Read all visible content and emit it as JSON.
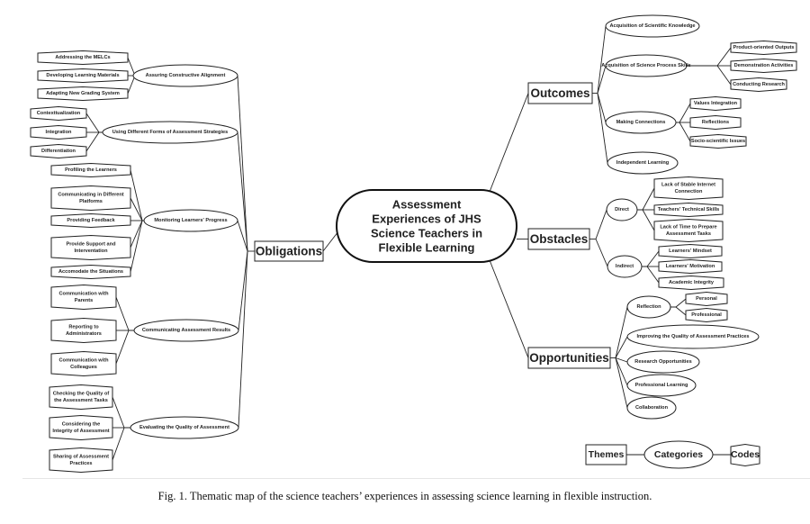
{
  "root": {
    "label_lines": [
      "Assessment",
      "Experiences of JHS",
      "Science Teachers in",
      "Flexible Learning"
    ]
  },
  "themes": [
    {
      "label": "Obligations",
      "categories": [
        {
          "label": "Assuring Constructive Alignment",
          "codes": [
            [
              "Addressing the MELCs"
            ],
            [
              "Developing Learning Materials"
            ],
            [
              "Adapting New Grading System"
            ]
          ]
        },
        {
          "label": "Using Different Forms of Assessment Strategies",
          "codes": [
            [
              "Contexttualization"
            ],
            [
              "Integration"
            ],
            [
              "Differentiation"
            ]
          ]
        },
        {
          "label": "Monitoring Learners' Progress",
          "codes": [
            [
              "Profiling the Learners"
            ],
            [
              "Communicating in Different",
              "Platforms"
            ],
            [
              "Providing Feedback"
            ],
            [
              "Provide Support and",
              "Interventation"
            ],
            [
              "Accomodate the Situations"
            ]
          ]
        },
        {
          "label": "Communicating Assessment Results",
          "codes": [
            [
              "Communication with",
              "Parents"
            ],
            [
              "Reporting to",
              "Administrators"
            ],
            [
              "Communication with",
              "Colleagues"
            ]
          ]
        },
        {
          "label": "Evaluating the Quality of Assessment",
          "codes": [
            [
              "Checking the Quality of",
              "the Assessment Tasks"
            ],
            [
              "Considering the",
              "Integrity of Assessment"
            ],
            [
              "Sharing of Assessment",
              "Practices"
            ]
          ]
        }
      ]
    },
    {
      "label": "Outcomes",
      "categories": [
        {
          "label": "Acquisition of Scientific Knowledge",
          "codes": []
        },
        {
          "label": "Acquisition of Science Process Skills",
          "codes": [
            [
              "Product-oriented Outputs"
            ],
            [
              "Demonstration Activities"
            ],
            [
              "Conducting Research"
            ]
          ]
        },
        {
          "label": "Making Connections",
          "codes": [
            [
              "Values Integration"
            ],
            [
              "Reflections"
            ],
            [
              "Socio-scientific Issues"
            ]
          ]
        },
        {
          "label": "Independent Learning",
          "codes": []
        }
      ]
    },
    {
      "label": "Obstacles",
      "categories": [
        {
          "label": "Direct",
          "codes": [
            [
              "Lack of Stable Internet",
              "Connection"
            ],
            [
              "Teachers' Technical Skills"
            ],
            [
              "Lack of Time to Prepare",
              "Assessment Tasks"
            ]
          ]
        },
        {
          "label": "Indirect",
          "codes": [
            [
              "Learners' Mindset"
            ],
            [
              "Learners' Motivation"
            ],
            [
              "Academic Integrity"
            ]
          ]
        }
      ]
    },
    {
      "label": "Opportunities",
      "categories": [
        {
          "label": "Reflection",
          "codes": [
            [
              "Personal"
            ],
            [
              "Professional"
            ]
          ]
        },
        {
          "label": "Improving the Quality of Assessment Practices",
          "codes": []
        },
        {
          "label": "Research Opportunities",
          "codes": []
        },
        {
          "label": "Professional Learning",
          "codes": []
        },
        {
          "label": "Collaboration",
          "codes": []
        }
      ]
    }
  ],
  "legend": {
    "theme": "Themes",
    "category": "Categories",
    "code": "Codes"
  },
  "caption": "Fig. 1. Thematic map of the science teachers’ experiences in assessing science learning in flexible instruction."
}
